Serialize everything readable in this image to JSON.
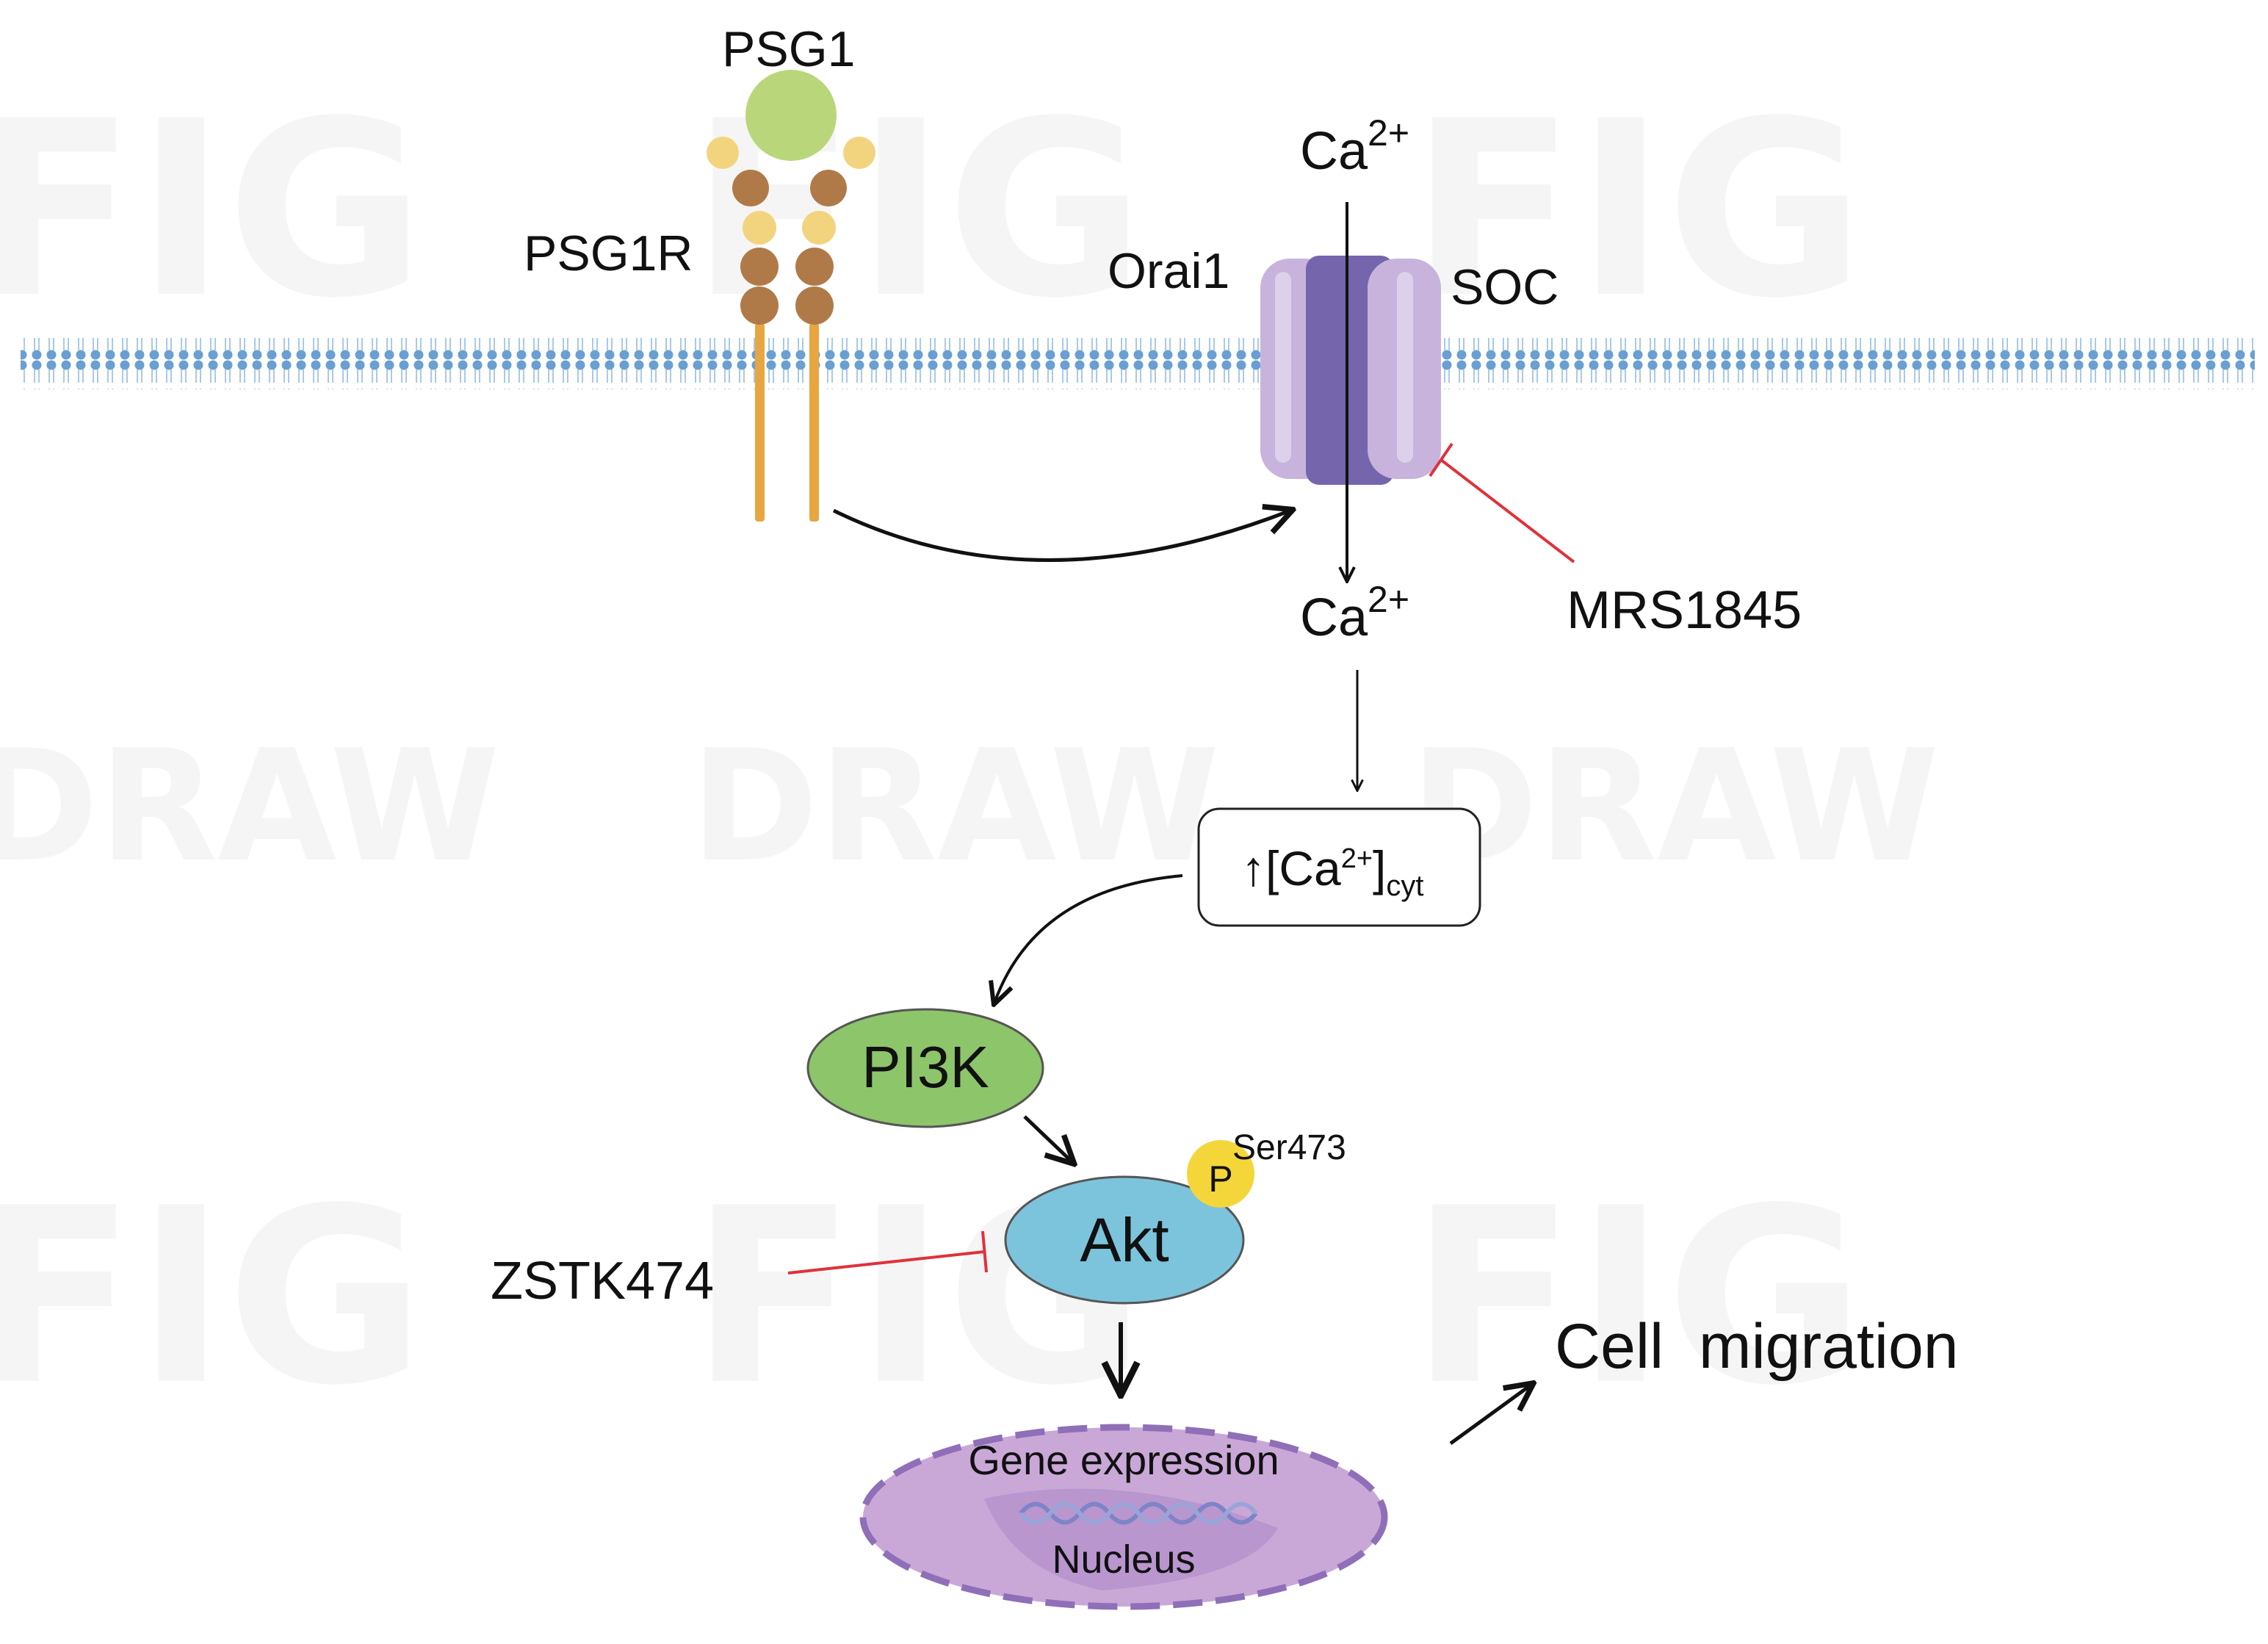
{
  "watermark": {
    "line1": "FIG",
    "line2": "DRAW"
  },
  "labels": {
    "psg1": "PSG1",
    "psg1r": "PSG1R",
    "orai1": "Orai1",
    "soc": "SOC",
    "ca_top": "Ca",
    "ca_top_sup": "2+",
    "ca_bottom": "Ca",
    "ca_bottom_sup": "2+",
    "mrs1845": "MRS1845",
    "cyt_box_arrow": "↑",
    "cyt_box_open": "[Ca",
    "cyt_box_sup": "2+",
    "cyt_box_close": "]",
    "cyt_box_sub": "cyt",
    "pi3k": "PI3K",
    "akt": "Akt",
    "phospho": "P",
    "ser473": "Ser473",
    "zstk474": "ZSTK474",
    "cell_migration": "Cell  migration",
    "gene_expression": "Gene expression",
    "nucleus": "Nucleus"
  },
  "colors": {
    "membrane": "#6a9fd1",
    "membrane_light": "#a9c9e8",
    "psg1": "#b9d77a",
    "receptor_dark": "#b07a48",
    "receptor_light": "#f3d47e",
    "receptor_stalk": "#e8a640",
    "channel_light": "#c8b3dd",
    "channel_dark": "#7565ad",
    "inhibitor": "#e0313a",
    "pi3k": "#8dc56a",
    "akt": "#7cc4dc",
    "phospho": "#f4d63a",
    "nucleus": "#c9a8d8",
    "nucleus_border": "#8f6fb8"
  }
}
